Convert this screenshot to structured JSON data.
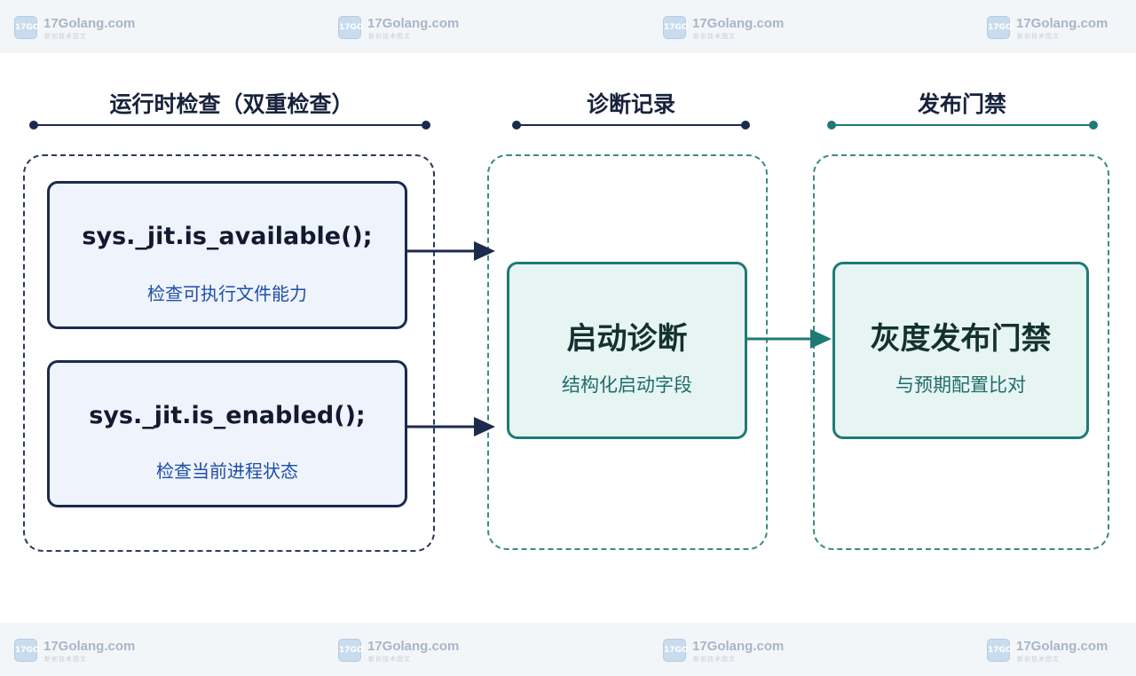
{
  "watermark": {
    "brand": "17Golang.com",
    "tagline": "新创技术图文",
    "logo_text": "17GO"
  },
  "sections": {
    "runtime": {
      "title": "运行时检查（双重检查）"
    },
    "diagnostics": {
      "title": "诊断记录"
    },
    "gate": {
      "title": "发布门禁"
    }
  },
  "runtime_checks": [
    {
      "code": "sys._jit.is_available();",
      "description": "检查可执行文件能力"
    },
    {
      "code": "sys._jit.is_enabled();",
      "description": "检查当前进程状态"
    }
  ],
  "diagnostics_box": {
    "title": "启动诊断",
    "description": "结构化启动字段"
  },
  "gate_box": {
    "title": "灰度发布门禁",
    "description": "与预期配置比对"
  },
  "colors": {
    "navy": "#1b2a4e",
    "teal": "#1f7a74",
    "navy_fill": "#eef3fc",
    "teal_fill": "#e6f4f2",
    "blue_text": "#1d4fa8"
  }
}
